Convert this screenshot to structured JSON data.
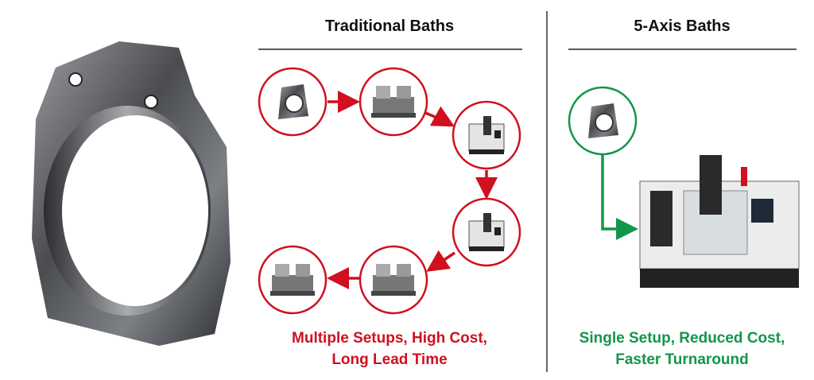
{
  "traditional": {
    "title": "Traditional Baths",
    "caption_line1": "Multiple Setups, High Cost,",
    "caption_line2": "Long Lead Time",
    "color": "#d0101e"
  },
  "five_axis": {
    "title": "5-Axis Baths",
    "caption_line1": "Single Setup, Reduced Cost,",
    "caption_line2": "Faster Turnaround",
    "color": "#13964a"
  }
}
